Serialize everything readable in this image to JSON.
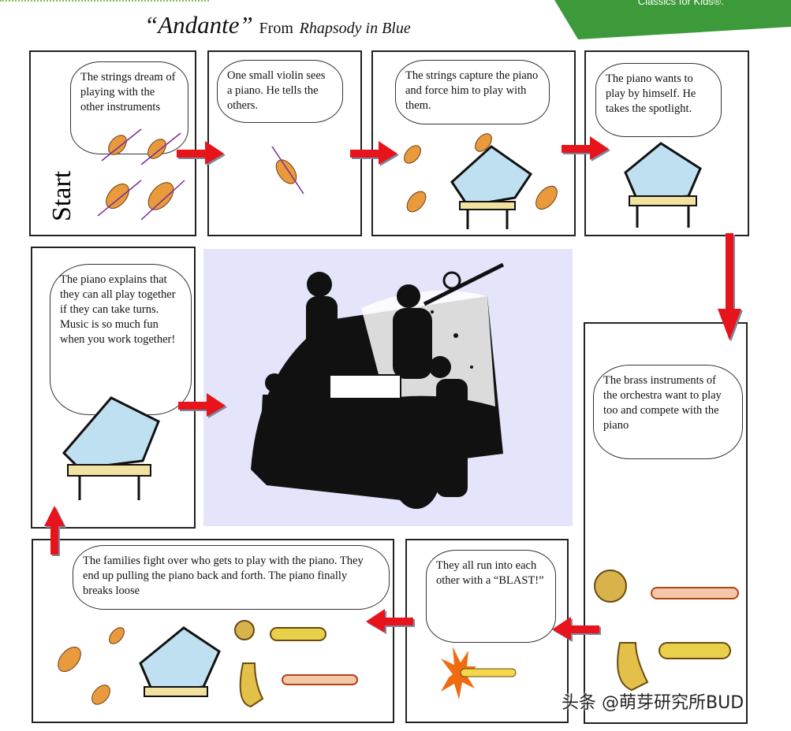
{
  "header": {
    "banner_text": "Classics for Kids®.",
    "title_quote": "“Andante”",
    "title_from": "From",
    "title_work": "Rhapsody in Blue"
  },
  "start_label": "Start",
  "panels": {
    "p1": "The strings dream of playing with the other instruments",
    "p2": "One small violin sees a piano. He tells the others.",
    "p3": "The strings capture the piano and force him to play with them.",
    "p4": "The piano wants to play by himself. He takes the spotlight.",
    "p5": "The piano explains that they can all play together if they can take turns. Music is so much fun when you work together!",
    "p6": "The brass instruments of the orchestra want to play too and compete with the piano",
    "p7": "They all run into each other with a “BLAST!”",
    "p8": "The families fight over who gets to play with the piano. They end up pulling the piano back and forth.  The piano finally breaks loose"
  },
  "watermark": "头条 @萌芽研究所BUD",
  "colors": {
    "arrow_red": "#e8141c",
    "arrow_shadow": "#7a8aa0",
    "banner_green": "#3d9a3a",
    "jazz_bg": "#e4e4fa"
  }
}
